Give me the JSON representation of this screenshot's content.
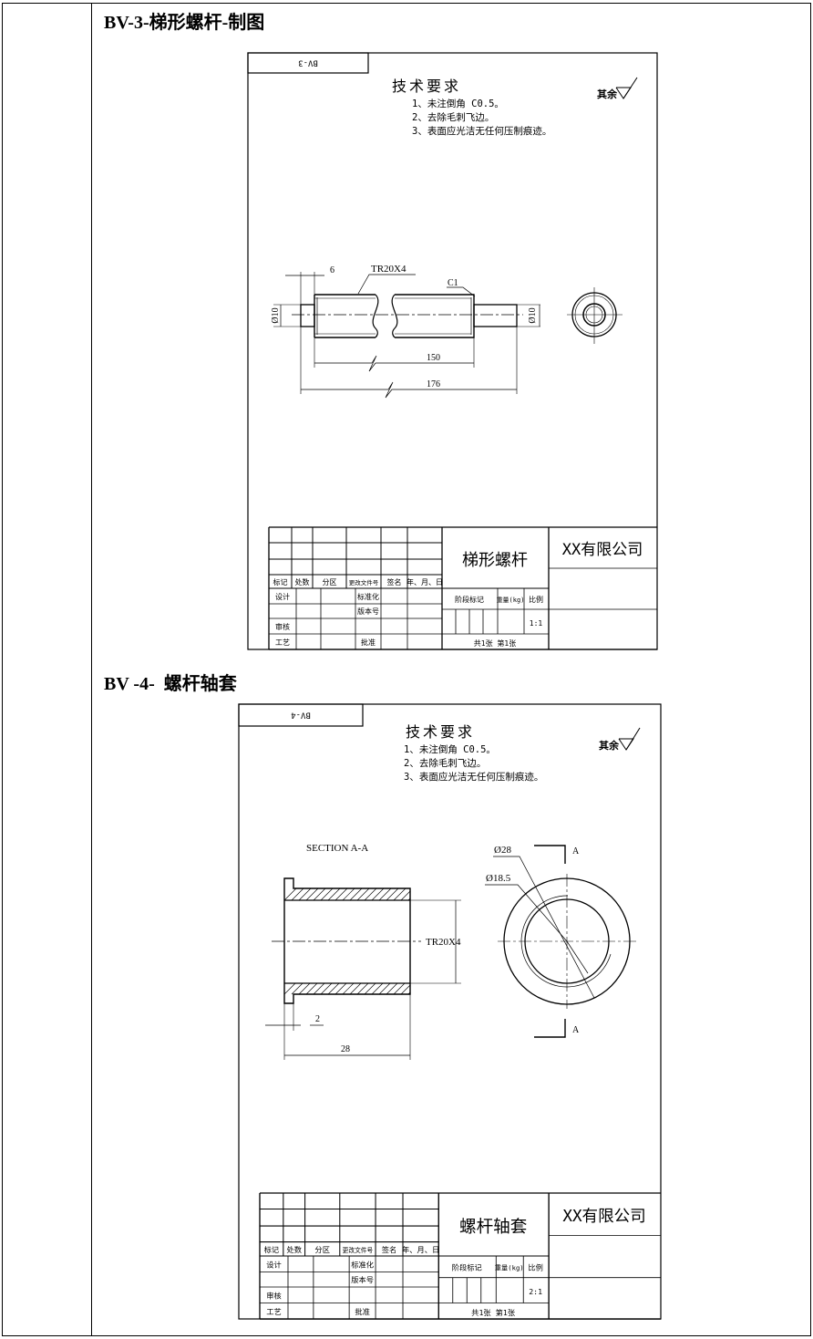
{
  "sections": [
    {
      "heading": "BV-3-梯形螺杆-制图"
    },
    {
      "heading": "BV -4-  螺杆轴套"
    }
  ],
  "drawings": [
    {
      "sheet_label": "BV-3",
      "tech_title": "技术要求",
      "tech_items": [
        "1、未注倒角 C0.5。",
        "2、去除毛刺飞边。",
        "3、表面应光洁无任何压制痕迹。"
      ],
      "roughness_note": "其余",
      "dims": {
        "d6": "6",
        "thread": "TR20X4",
        "chamfer": "C1",
        "dia_left": "Ø10",
        "dia_right": "Ø10",
        "len150": "150",
        "len176": "176"
      },
      "title_block": {
        "part_name": "梯形螺杆",
        "company": "XX有限公司",
        "scale": "1:1",
        "sheets": "共1张   第1张"
      }
    },
    {
      "sheet_label": "BV-4",
      "tech_title": "技术要求",
      "tech_items": [
        "1、未注倒角 C0.5。",
        "2、去除毛刺飞边。",
        "3、表面应光洁无任何压制痕迹。"
      ],
      "roughness_note": "其余",
      "dims": {
        "section": "SECTION A-A",
        "thread": "TR20X4",
        "d2": "2",
        "len28": "28",
        "dia28": "Ø28",
        "dia185": "Ø18.5",
        "cut_top": "A",
        "cut_bottom": "A"
      },
      "title_block": {
        "part_name": "螺杆轴套",
        "company": "XX有限公司",
        "scale": "2:1",
        "sheets": "共1张   第1张"
      }
    }
  ],
  "title_block_labels": {
    "header": [
      "标记",
      "处数",
      "分区",
      "更改文件号",
      "签名",
      "年、月、日"
    ],
    "design": "设计",
    "standardize": "标准化",
    "version": "版本号",
    "review": "审核",
    "process": "工艺",
    "approve": "批准",
    "stage": "阶段标记",
    "weight": "重量(kg)",
    "ratio": "比例"
  }
}
